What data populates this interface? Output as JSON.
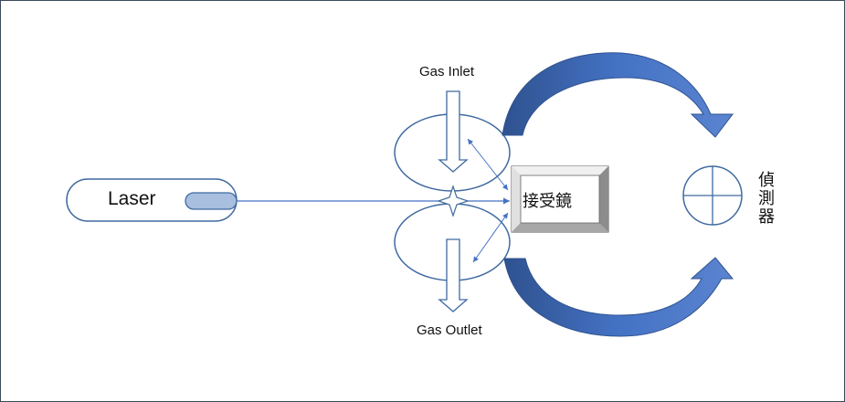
{
  "diagram": {
    "laser_label": "Laser",
    "gas_inlet_label": "Gas Inlet",
    "gas_outlet_label": "Gas Outlet",
    "receiver_label": "接受鏡",
    "detector_label": "偵\n測\n器"
  },
  "colors": {
    "outline": "#3f6aa0",
    "arrow_fill": "#4472c4",
    "arrow_dark": "#2f528f",
    "laser_tip": "#a9bfe0",
    "frame": "#3a4a5a",
    "receiver_bevel_light": "#f0f0f0",
    "receiver_bevel_dark": "#8c8c8c"
  }
}
